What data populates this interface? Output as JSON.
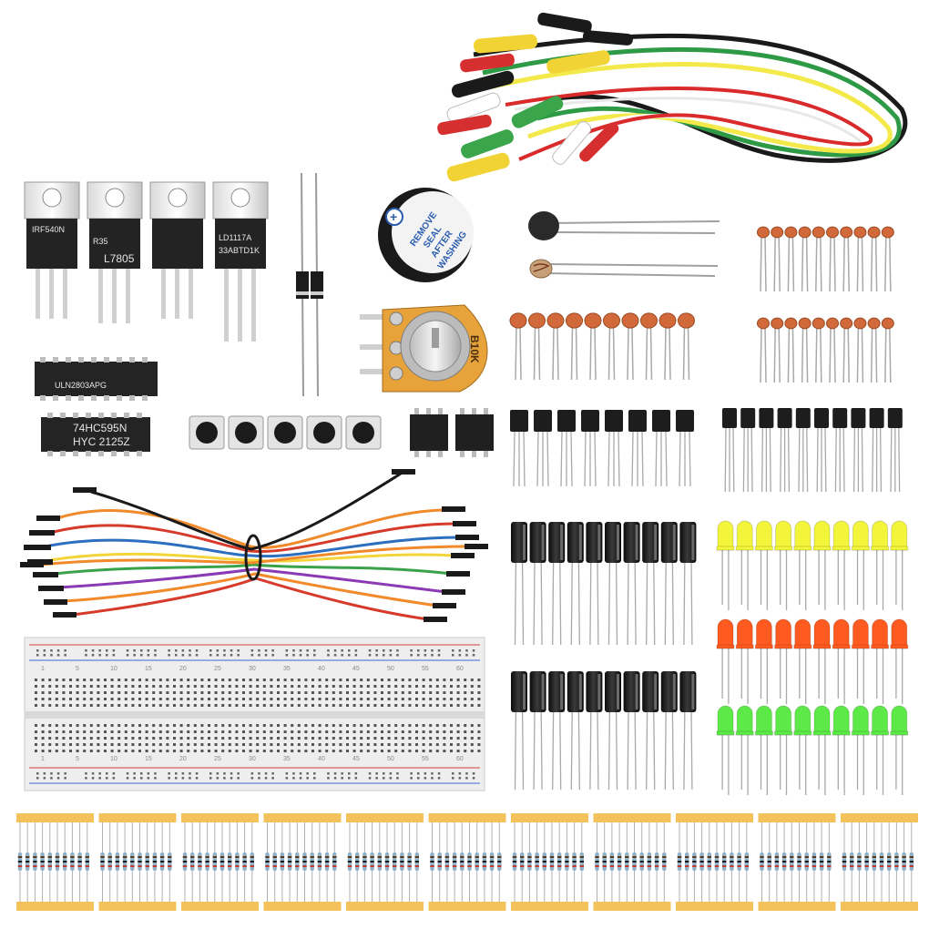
{
  "regulators": [
    {
      "line1": "IRF540N",
      "line2": "",
      "line3": ""
    },
    {
      "line1": "R35",
      "line2": "L7805",
      "line3": ""
    },
    {
      "line1": "",
      "line2": "",
      "line3": ""
    },
    {
      "line1": "LD1117A",
      "line2": "33ABTD1K",
      "line3": ""
    }
  ],
  "ics": {
    "uln": "ULN2803APG",
    "shift_line1": "74HC595N",
    "shift_line2": "HYC 2125Z"
  },
  "buzzer": {
    "line1": "REMOVE",
    "line2": "SEAL",
    "line3": "AFTER",
    "line4": "WASHING",
    "plus": "+"
  },
  "potentiometer": {
    "label": "B10K"
  },
  "breadboard": {
    "top_numbers": [
      "1",
      "5",
      "10",
      "15",
      "20",
      "25",
      "30",
      "35",
      "40",
      "45",
      "50",
      "55",
      "60"
    ],
    "bottom_numbers": [
      "1",
      "5",
      "10",
      "15",
      "20",
      "25",
      "30",
      "35",
      "40",
      "45",
      "50",
      "55",
      "60"
    ]
  },
  "colors": {
    "led_yellow": "#f2f53a",
    "led_red": "#ff5a1f",
    "led_green": "#5dea48",
    "ceramic_cap": "#d2693a",
    "electrolytic": "#1c1c1c",
    "resistor_body": "#8fb0c9",
    "resistor_tape": "#f3c25a"
  }
}
